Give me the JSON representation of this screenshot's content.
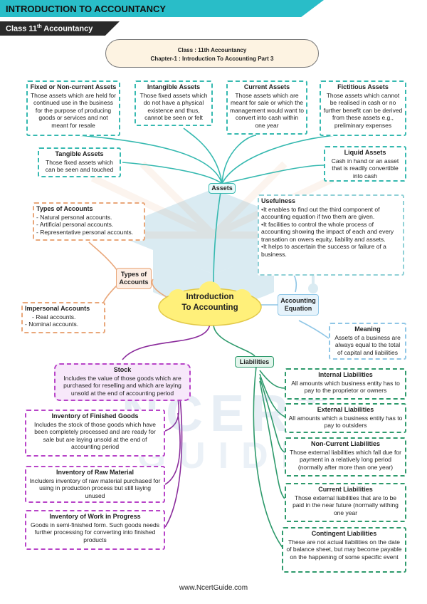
{
  "banner": {
    "title": "INTRODUCTION TO ACCOUNTANCY",
    "class_prefix": "Class 11",
    "class_sup": "th",
    "class_suffix": " Accountancy"
  },
  "header": {
    "line1": "Class : 11th Accountancy",
    "line2": "Chapter-1 : Introduction To Accounting Part 3"
  },
  "center": {
    "line1": "Introduction",
    "line2": "To Accounting"
  },
  "watermark": {
    "line1": "NCERT",
    "line2": "GUIDE"
  },
  "assets": {
    "label": "Assets",
    "fixed": {
      "title": "Fixed or Non-current Assets",
      "text": "Those assets which are held for continued use in the business for the purpose of producing goods or services and not meant for resale"
    },
    "intangible": {
      "title": "Intangible Assets",
      "text": "Those fixed assets which do not have a physical existence and thus, cannot be seen or felt"
    },
    "current": {
      "title": "Current Assets",
      "text": "Those assets which are meant for sale or which the management would want to convert into cash within one year"
    },
    "fictitious": {
      "title": "Fictitious Assets",
      "text": "Those assets which cannot be realised in cash or no further benefit can be derived from these assets e.g., preliminary expenses"
    },
    "tangible": {
      "title": "Tangible Assets",
      "text": "Those fixed assets which can be seen and touched"
    },
    "liquid": {
      "title": "Liquid Assets",
      "text": "Cash in hand or an asset that is readily convertible into cash"
    }
  },
  "types_of_accounts": {
    "label": "Types of Accounts",
    "personal": {
      "title": "Types of Accounts",
      "items": [
        "- Natural personal accounts.",
        "- Artificial personal accounts.",
        "- Representative personal accounts."
      ]
    },
    "impersonal": {
      "title": "Impersonal Accounts",
      "items": [
        "- Real accounts.",
        "- Nominal accounts."
      ]
    }
  },
  "accounting_equation": {
    "label": "Accounting Equation",
    "usefulness": {
      "title": "Usefulness",
      "items": [
        "•It enables to find out the third component of accounting equation if two them are given.",
        "•It facilities to control the whole process of accounting showing the impact of each and every transation on owers equity, liability and assets.",
        "•It helps to ascertain the success or failure of a business."
      ]
    },
    "meaning": {
      "title": "Meaning",
      "text": "Assets of a business are always equal to the total of capital and liabilities"
    }
  },
  "stock": {
    "main": {
      "title": "Stock",
      "text": "Includes the value of those goods which are purchased for reselling and which are laying unsold at the end of accounting period"
    },
    "finished": {
      "title": "Inventory of Finished Goods",
      "text": "Includes the stock of those goods which have been completely processed and are ready for sale but are laying unsold at the end of accounting period"
    },
    "raw": {
      "title": "Inventory of Raw Material",
      "text": "Includers inventory of raw material purchased for using in production process but still laying unused"
    },
    "wip": {
      "title": "Inventory of Work in Progress",
      "text": "Goods in semi-finished form. Such goods needs further processing for converting into finished products"
    }
  },
  "liabilities": {
    "label": "Liabilities",
    "internal": {
      "title": "Internal Liabilities",
      "text": "All amounts which business entity has to pay to the proprietor or owners"
    },
    "external": {
      "title": "External Liabilities",
      "text": "All amounts which a business entity has to pay to outsiders"
    },
    "non_current": {
      "title": "Non-Current Liabilities",
      "text": "Those external liabilities which fall due for payment in a relatively long period (normally after more than one year)"
    },
    "current": {
      "title": "Current Liabilities",
      "text": "Those external liabilities that are to be paid in the near future (normally withing one year"
    },
    "contingent": {
      "title": "Contingent Liabilities",
      "text": "These are not actual liabilities on the date of balance sheet, but may become payable on the happening of some specific event"
    }
  },
  "footer": {
    "url": "www.NcertGuide.com"
  },
  "colors": {
    "teal": "#36b9b0",
    "orange": "#e9a77a",
    "purple": "#b844c8",
    "green": "#2e9a6c",
    "cloud": "#fff07a"
  }
}
